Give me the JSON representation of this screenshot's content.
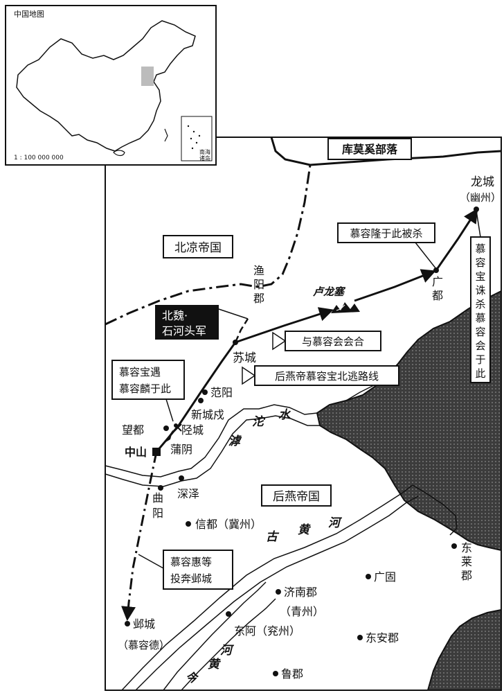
{
  "inset": {
    "title": "中国地图",
    "scale": "1 : 100 000 000",
    "south_sea_label": [
      "南海",
      "诸岛"
    ]
  },
  "states": {
    "north": "北凉帝国",
    "kumoxi": "库莫奚部落",
    "houyan": "后燕帝国"
  },
  "rivers": {
    "hutuo": [
      "滹",
      "沱",
      "水"
    ],
    "old_yellow": [
      "古",
      "黄",
      "河"
    ],
    "new_yellow": [
      "今",
      "黄",
      "河"
    ]
  },
  "places": {
    "longcheng": "龙城",
    "youzhou": "（幽州）",
    "guangdu": [
      "广",
      "都"
    ],
    "yuyang": [
      "渔",
      "阳",
      "郡"
    ],
    "lulongsai": "卢龙塞",
    "sucheng": "苏城",
    "fanyang": "范阳",
    "xinchengshu": "新城戍",
    "wangdu": "望都",
    "xingcheng": "陉城",
    "zhongshan": "中山",
    "puyin": "蒲阴",
    "quyang": [
      "曲",
      "阳"
    ],
    "shenze": "深泽",
    "xindu": "信都（冀州）",
    "jinan": "济南郡",
    "qingzhou": "（青州）",
    "guanggu": "广固",
    "donglai": [
      "东",
      "莱",
      "郡"
    ],
    "dongan": "东安郡",
    "donge": "东阿（兖州）",
    "lujun": "鲁郡",
    "yecheng": "邺城",
    "murongde": "（慕容德）"
  },
  "callouts": {
    "beiwei": [
      "北魏·",
      "石河头军"
    ],
    "longshou": "慕容隆于此被杀",
    "meet": "与慕容会会合",
    "route": "后燕帝慕容宝北逃路线",
    "baoyu": [
      "慕容宝遇",
      "慕容麟于此"
    ],
    "hui": [
      "慕容惠等",
      "投奔邺城"
    ],
    "zhuhui": [
      "慕",
      "容",
      "宝",
      "诛",
      "杀",
      "慕",
      "容",
      "会",
      "于",
      "此"
    ]
  }
}
